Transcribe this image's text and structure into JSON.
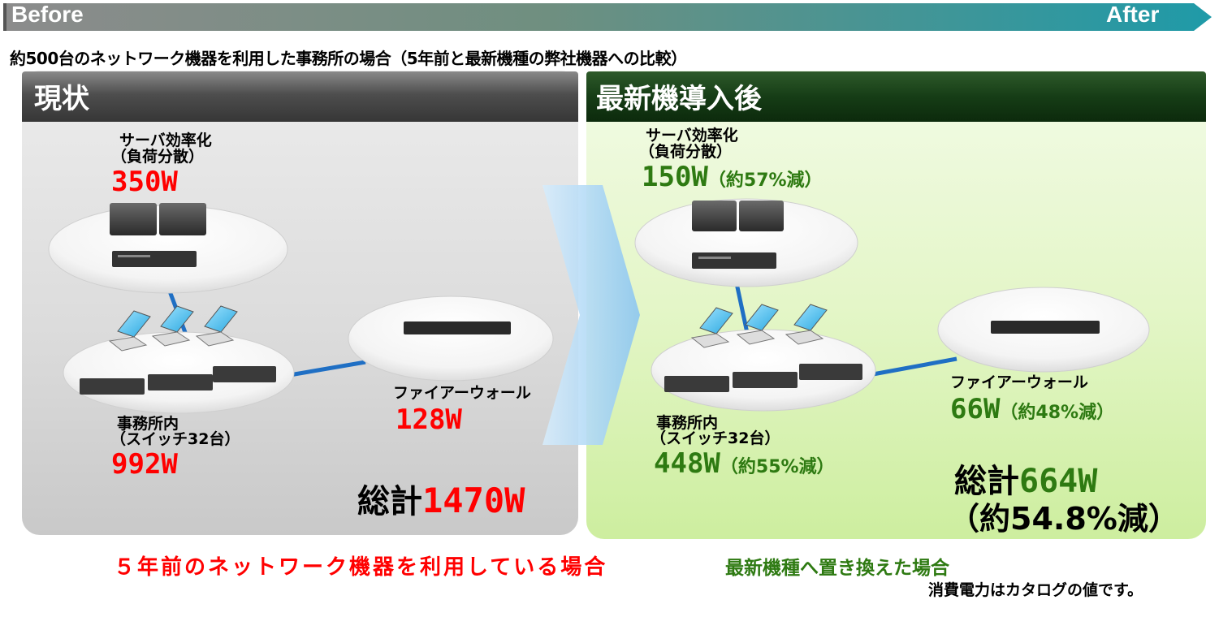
{
  "topbar": {
    "before": "Before",
    "after": "After"
  },
  "subtitle": "約500台のネットワーク機器を利用した事務所の場合（5年前と最新機種の弊社機器への比較）",
  "left": {
    "header": "現状",
    "server_label_1": "サーバ効率化",
    "server_label_2": "（負荷分散）",
    "server_power": "350W",
    "firewall_label": "ファイアーウォール",
    "firewall_power": "128W",
    "office_label_1": "事務所内",
    "office_label_2": "（スイッチ32台）",
    "office_power": "992W",
    "total_label": "総計",
    "total_power": "1470W",
    "caption": "５年前のネットワーク機器を利用している場合"
  },
  "right": {
    "header": "最新機導入後",
    "server_label_1": "サーバ効率化",
    "server_label_2": "（負荷分散）",
    "server_power": "150W",
    "server_reduction": "（約57%減）",
    "firewall_label": "ファイアーウォール",
    "firewall_power": "66W",
    "firewall_reduction": "（約48%減）",
    "office_label_1": "事務所内",
    "office_label_2": "（スイッチ32台）",
    "office_power": "448W",
    "office_reduction": "（約55%減）",
    "total_label": "総計",
    "total_power": "664W",
    "total_reduction": "（約54.8%減）",
    "caption": "最新機種へ置き換えた場合"
  },
  "note": "消費電力はカタログの値です。",
  "colors": {
    "red": "#ff0000",
    "green": "#2e7a12",
    "link": "#1f6fc4"
  }
}
